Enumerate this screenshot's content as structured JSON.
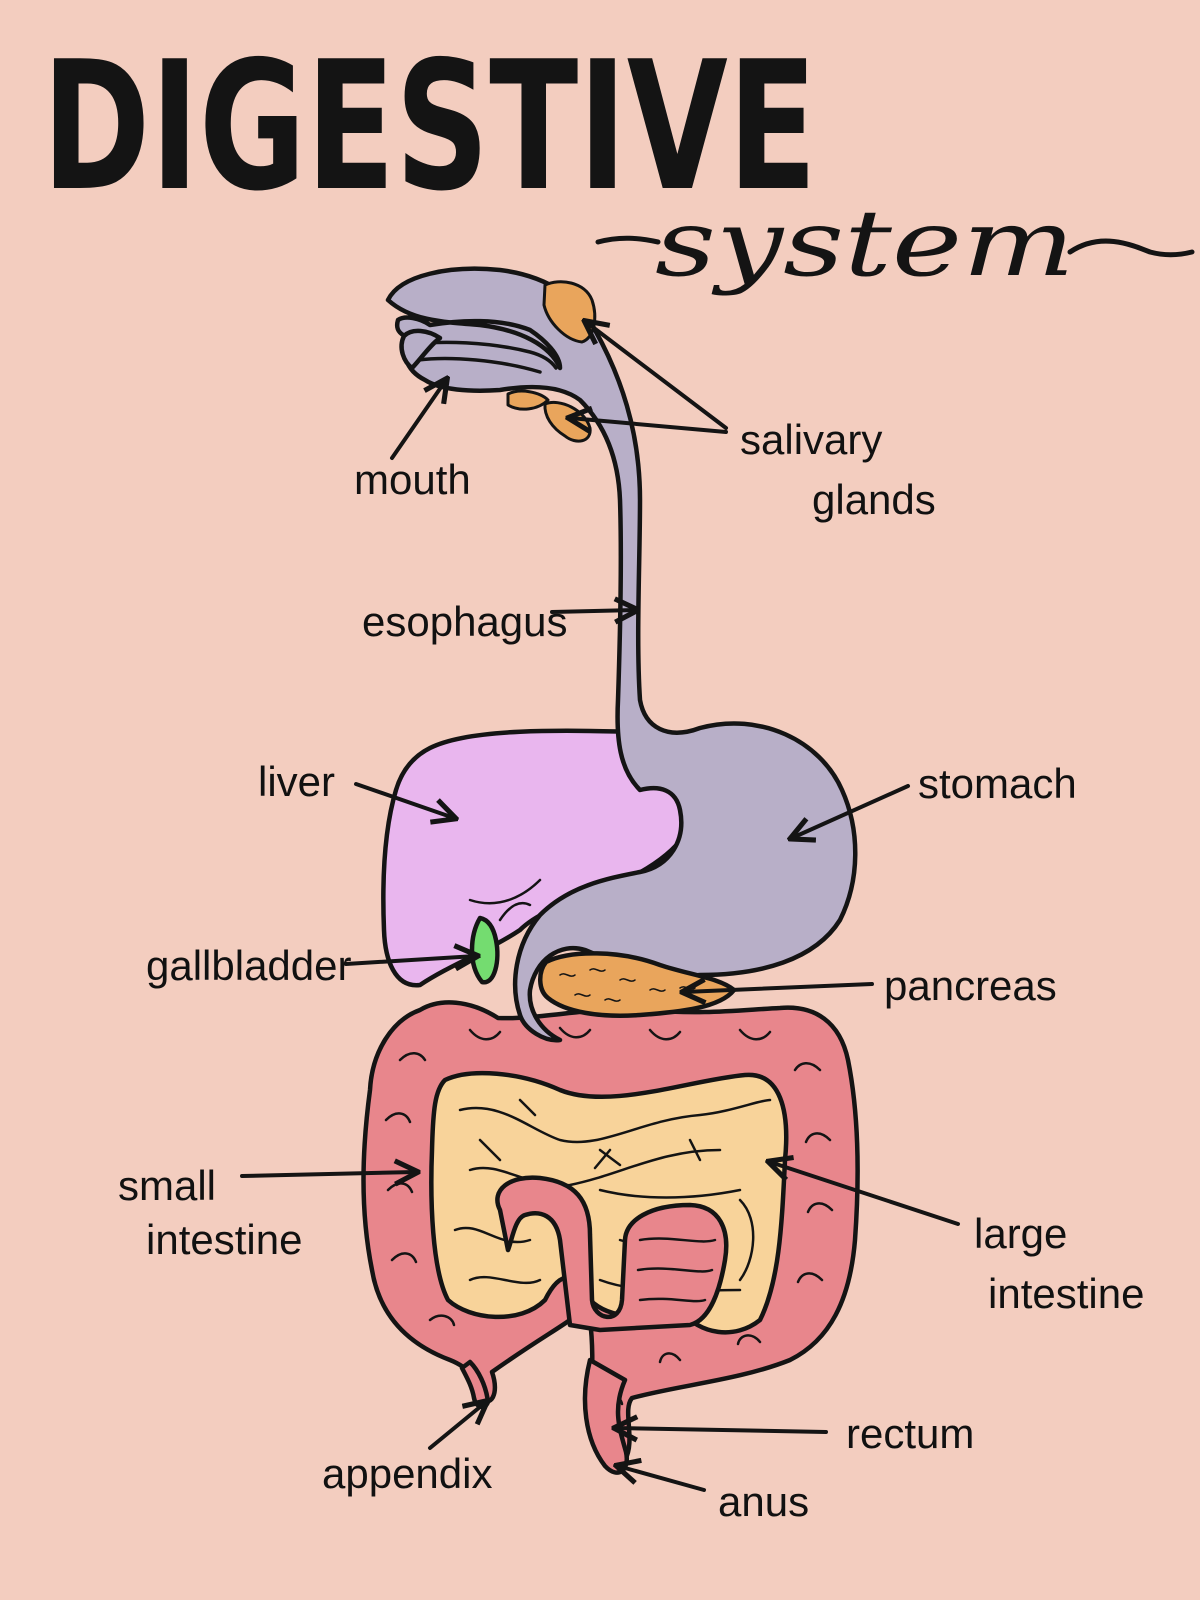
{
  "title": "DIGESTIVE",
  "subtitle": "system",
  "colors": {
    "background": "#f3cdbf",
    "upper_tract": "#b8afc8",
    "liver": "#e9b6ee",
    "gallbladder": "#74dc70",
    "glands": "#e9a55c",
    "small_intestine": "#f8d39a",
    "large_intestine": "#e8868c",
    "ink": "#141414"
  },
  "labels": {
    "mouth": "mouth",
    "salivary_1": "salivary",
    "salivary_2": "glands",
    "esophagus": "esophagus",
    "liver": "liver",
    "stomach": "stomach",
    "gallbladder": "gallbladder",
    "pancreas": "pancreas",
    "small_1": "small",
    "small_2": "intestine",
    "large_1": "large",
    "large_2": "intestine",
    "rectum": "rectum",
    "appendix": "appendix",
    "anus": "anus"
  }
}
